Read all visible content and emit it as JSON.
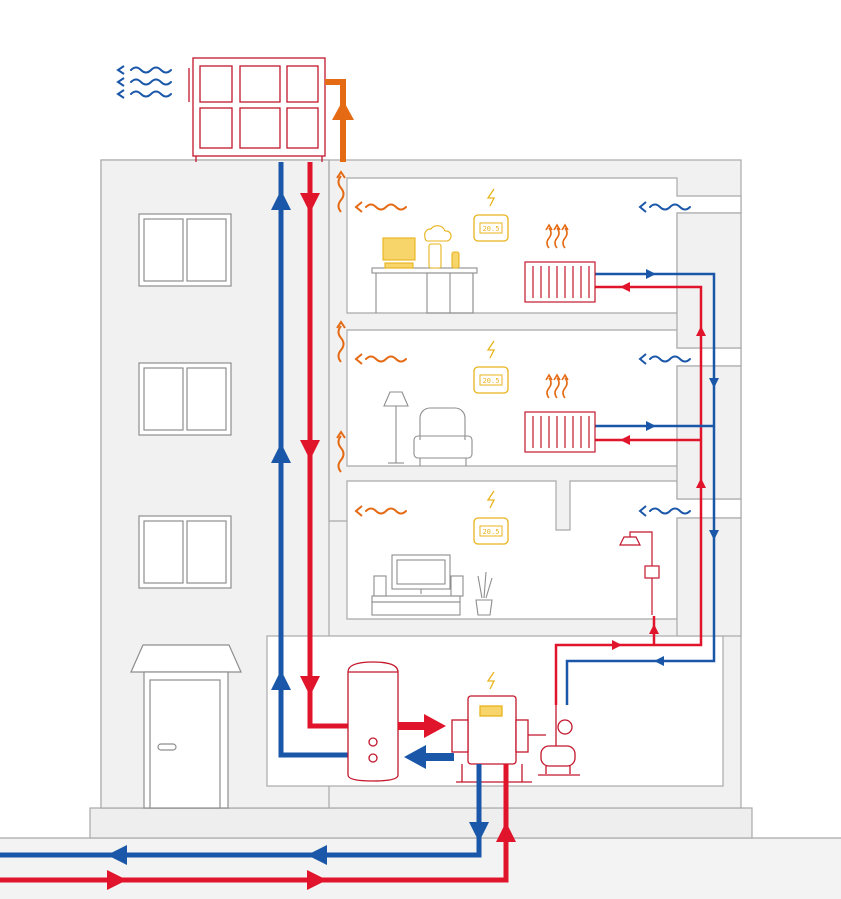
{
  "colors": {
    "cold": "#1a57a8",
    "hot": "#e0142b",
    "exhaust": "#e46a14",
    "equipment": "#c4162c",
    "electric": "#e8b31c",
    "building": "#f1f1f1",
    "wall_line": "#a9a9a9",
    "furniture": "#8e8e8e"
  },
  "thermostats": [
    {
      "reading": "20.5"
    },
    {
      "reading": "20.5"
    },
    {
      "reading": "20.5"
    }
  ],
  "icons": [
    "heat-pump-unit",
    "thermostat",
    "lightning-bolt",
    "radiator",
    "heat-wave",
    "shower",
    "boiler-tank",
    "heat-exchanger",
    "circulation-pump"
  ]
}
